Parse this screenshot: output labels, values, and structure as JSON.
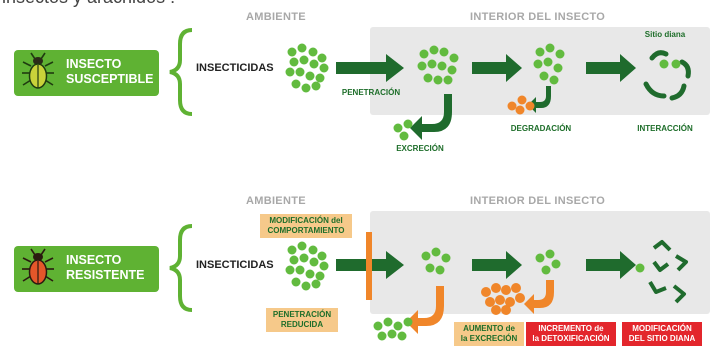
{
  "title_fragment": "insectos y arácnidos :",
  "labels": {
    "ambiente": "AMBIENTE",
    "interior": "INTERIOR DEL INSECTO",
    "insecticidas": "INSECTICIDAS",
    "sitio_diana": "Sitio diana"
  },
  "top_row": {
    "badge_line1": "INSECTO",
    "badge_line2": "SUSCEPTIBLE",
    "penetracion": "PENETRACIÓN",
    "excrecion": "EXCRECIÓN",
    "degradacion": "DEGRADACIÓN",
    "interaccion": "INTERACCIÓN"
  },
  "bottom_row": {
    "badge_line1": "INSECTO",
    "badge_line2": "RESISTENTE",
    "modificacion_comp_1": "MODIFICACIÓN del",
    "modificacion_comp_2": "COMPORTAMIENTO",
    "penetracion_red_1": "PENETRACIÓN",
    "penetracion_red_2": "REDUCIDA",
    "aumento_1": "AUMENTO de",
    "aumento_2": "la EXCRECIÓN",
    "incremento_1": "INCREMENTO de",
    "incremento_2": "la DETOXIFICACIÓN",
    "modif_sitio_1": "MODIFICACIÓN",
    "modif_sitio_2": "DEL SITIO DIANA"
  },
  "colors": {
    "badge_green": "#5fb233",
    "dark_green": "#1f6b2d",
    "dot_green": "#62bb3f",
    "orange": "#f0862a",
    "note_bg": "#f6c98a",
    "alert_red": "#e3262c",
    "panel_gray": "#e8e8e8"
  },
  "icons": [
    "beetle-icon-green",
    "beetle-icon-orange",
    "brace-icon",
    "arrow-icon",
    "target-site-icon"
  ]
}
